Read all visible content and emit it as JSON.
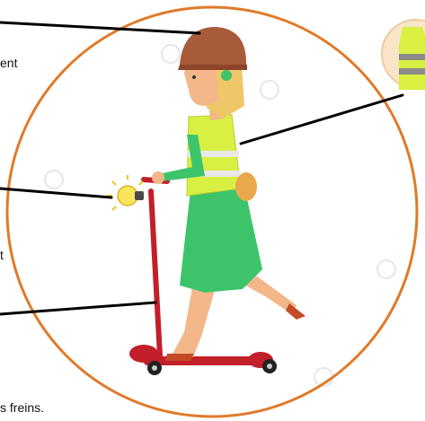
{
  "fragments": {
    "top": "ent",
    "middle": "t",
    "bottom": "s freins."
  },
  "colors": {
    "circle": "#e07a2a",
    "vest": "#d9ef42",
    "dress": "#3dc46b",
    "helmet": "#a85b3a",
    "scooter": "#c21f2a",
    "skin": "#f3b78a",
    "hair": "#f0c768",
    "bulb": "#f7e45b",
    "badge_bg": "#f9e6c8"
  },
  "icons": [
    "helmet-icon",
    "vest-icon",
    "light-bulb-icon",
    "scooter-icon"
  ]
}
